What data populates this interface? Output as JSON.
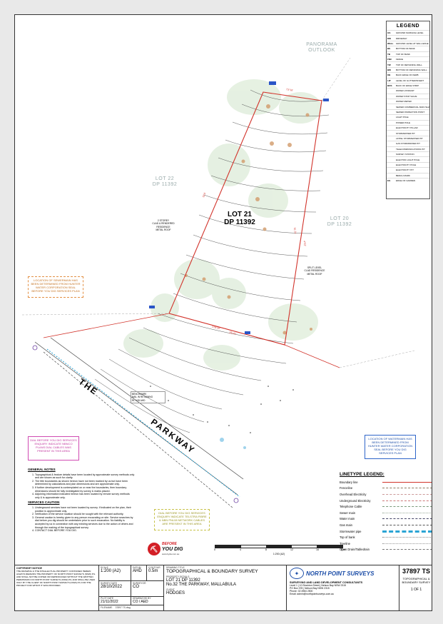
{
  "legend": {
    "title": "LEGEND",
    "rows": [
      {
        "abbr": "GS",
        "desc": "GROUND SURFACE LEVEL"
      },
      {
        "abbr": "DW",
        "desc": "DRIVEWAY"
      },
      {
        "abbr": "WALL",
        "desc": "GROUND LEVEL AT WALL EDGE"
      },
      {
        "abbr": "BS",
        "desc": "BOTTOM OF BANK"
      },
      {
        "abbr": "TB",
        "desc": "TOP OF BANK"
      },
      {
        "abbr": "FNC",
        "desc": "FENCE"
      },
      {
        "abbr": "TW",
        "desc": "TOP OF RETAINING WALL"
      },
      {
        "abbr": "BW",
        "desc": "BOTTOM OF RETAINING WALL"
      },
      {
        "abbr": "KB",
        "desc": "BACK EDGE OF KERB"
      },
      {
        "abbr": "LIP",
        "desc": "LEVEL OF GUTTER/INVERT"
      },
      {
        "abbr": "BOS",
        "desc": "BACK OF EDGE STRIP"
      },
      {
        "abbr": "",
        "desc": "WATER HYDRANT"
      },
      {
        "abbr": "",
        "desc": "WATER STOP VALVE"
      },
      {
        "abbr": "",
        "desc": "WATER METER"
      },
      {
        "abbr": "",
        "desc": "SEWER COMMERCIAL MAIN SHAFT"
      },
      {
        "abbr": "",
        "desc": "SEWER INSPECTION POINT"
      },
      {
        "abbr": "",
        "desc": "LIGHT POLE"
      },
      {
        "abbr": "",
        "desc": "POWER POLE"
      },
      {
        "abbr": "",
        "desc": "ELECTRICITY PILLAR"
      },
      {
        "abbr": "",
        "desc": "STORMWATER PIT"
      },
      {
        "abbr": "",
        "desc": "LINTEL STORMWATER PIT"
      },
      {
        "abbr": "",
        "desc": "GAS STORMWATER PIT"
      },
      {
        "abbr": "",
        "desc": "TELECOMMUNICATIONS PIT"
      },
      {
        "abbr": "",
        "desc": "SURVEY STATION"
      },
      {
        "abbr": "",
        "desc": "ELECTRIC LIGHT POLE"
      },
      {
        "abbr": "",
        "desc": "ELECTRICITY POLE"
      },
      {
        "abbr": "",
        "desc": "ELECTRICITY PIT"
      },
      {
        "abbr": "",
        "desc": "BENCH MARK"
      },
      {
        "abbr": "EG",
        "desc": "EDGE OF GARDEN"
      }
    ]
  },
  "map": {
    "lot_main": "LOT 21",
    "dp_main": "DP 11392",
    "lot_left": "LOT 22",
    "dp_left": "DP 11392",
    "lot_right": "LOT 20",
    "dp_right": "DP 11392",
    "outlook_1": "PANORAMA",
    "outlook_2": "OUTLOOK",
    "road_1": "THE",
    "road_2": "PARKWAY",
    "house_left": "2 STOREY\nCLAD & RENDERED\nRESIDENCE\nMETAL ROOF",
    "house_right": "SPLIT LEVEL\nCLAD RESIDENCE\nMETAL ROOF",
    "benchmark": "BENCHMARK\nNAIL IN RETAINING\nRL 4.95 AHD",
    "bearing_top": "73°18'",
    "bearing_side": "4°52'",
    "boundary_dim_left": "53.8",
    "boundary_dim_right": "51.31",
    "front_dim": "25.47",
    "front_angle": "278°25'"
  },
  "notes": {
    "sewer_orange": "LOCATION OF SEWERMAIN HAS BEEN DETERMINED FROM HUNTER WATER CORPORATION SEAL BEFORE YOU DIG SERVICES PLAN",
    "dial_pink": "DIAL BEFORE YOU DIG SERVICES ENQUIRY INDICATE NBNCO PLANS DIAL CABLES WAS PRESENT IN THIS AREA",
    "dial_yellow": "DIAL BEFORE YOU DIG SERVICES ENQUIRY INDICATE TELSTRA FIBRE & NBN PNL08 NETWORK CABLES ARE PRESENT IN THIS AREA",
    "water_blue": "LOCATION OF WATERMAIN HAS BEEN DETERMINED FROM HUNTER WATER CORPORATION SEAL BEFORE YOU DIG SERVICES PLAN"
  },
  "general_notes": {
    "title": "GENERAL NOTES",
    "items": [
      "Topographical & feature details have been located by approximate survey methods only and are shown as such for clarity.",
      "The title boundaries as shown hereon have not been marked by us but have been determined by calculations and plan dimensions and are approximate only.",
      "If further development is contemplated on or near the boundaries, then boundary dimensions should be fully investigated by survey & marks placed.",
      "Adjoining information indicated hereon has been located by remote survey methods only & is approximate only."
    ],
    "services_title": "SERVICES CAUTION",
    "services": [
      "Underground services have not been located by survey. If indicated on the plan, their position is approximate only.",
      "Verification of the service location should be sought with the relevant authority.",
      "General caution is hereby given to any person excavating on site. Service searches by dial before you dig should be undertaken prior to such excavation. No liability is accepted by us in connection with any existing services due to the action of others and through the making of the topographical survey.",
      "CONTACT DIAL BEFORE YOU DIG."
    ]
  },
  "line_legend": {
    "title": "LINETYPE LEGEND:",
    "rows": [
      {
        "label": "Boundary line",
        "color": "#d2332b",
        "style": "solid"
      },
      {
        "label": "Fenceline",
        "color": "#8d7a61",
        "style": "dashed"
      },
      {
        "label": "Overhead Electricity",
        "color": "#c99",
        "style": "dashed"
      },
      {
        "label": "Underground Electricity",
        "color": "#c77",
        "style": "dashed"
      },
      {
        "label": "Telephone Cable",
        "color": "#7a9a7a",
        "style": "dashed"
      },
      {
        "label": "Sewer main",
        "color": "#9a9",
        "style": "dotted"
      },
      {
        "label": "Water main",
        "color": "#446",
        "style": "dashed"
      },
      {
        "label": "Gas main",
        "color": "#555",
        "style": "dashed"
      },
      {
        "label": "Stormwater pipe",
        "color": "#2aa4d4",
        "style": "thick"
      },
      {
        "label": "Top of bank",
        "color": "#888",
        "style": "dotted"
      },
      {
        "label": "Treeline",
        "color": "#999",
        "style": "dotted"
      },
      {
        "label": "Open Drain/Tabledrain",
        "color": "#777",
        "style": "dashed"
      }
    ]
  },
  "scale_bar": {
    "ticks": [
      "0",
      "4",
      "8",
      "12",
      "16",
      "20m"
    ],
    "ratio": "1:200 (A2)"
  },
  "dig_logo": {
    "line1": "BEFORE",
    "line2": "YOU DIG",
    "site": "www.byda.com.au"
  },
  "title_block": {
    "copyright_title": "COPYRIGHT NOTICE",
    "copyright_text": "THE DRAWING & THE INTELLECTUAL PROPERTY CONTAINED HEREIN ALWAYS REMAINS THE PROPERTY OF NORTH POINT SURVEYS (NSW) P/L AND SHALL NOT BE COPIED OR REPRODUCED WITHOUT THE WRITTEN PERMISSION OF NORTH POINT SURVEYS (NSW) P/L AND SHALL BE USED ONLY BY THE CLIENT OF NORTH POINT SURVEYS (NSW) P/L FOR THE PROJECT FOR WHICH IT WAS PROVIDED.",
    "scale_lbl": "SCALE",
    "scale_val": "1:200 (A2)",
    "datum_lbl": "DATUM",
    "datum_val": "AHD",
    "contour_lbl": "CONTOUR",
    "contour_val": "0.5m",
    "survey_date_lbl": "SURVEY DATE",
    "survey_date_val": "28/10/2022",
    "surveyor_lbl": "SURVEYOR",
    "surveyor_val": "CO",
    "plot_date_lbl": "PLOT DATE",
    "plot_date_val": "21/11/2022",
    "drawn_lbl": "DRAWN/CHK BY",
    "drawn_val": "CO / AED",
    "filename_lbl": "FILENAME",
    "filename_val": "37897 TS.dwg",
    "drawing_title_lbl": "DRAWING TITLE",
    "drawing_title_val": "TOPOGRAPHICAL & BOUNDARY SURVEY",
    "property_lbl": "PROPERTY DETAILS",
    "property_val_1": "LOT 21 DP 11392",
    "property_val_2": "No.32 THE PARKWAY, MALLABULA",
    "client_lbl": "CLIENT",
    "client_val": "HODGES",
    "company_name": "NORTH POINT SURVEYS",
    "company_sub": "SURVEYING AND LAND DEVELOPMENT CONSULTANTS",
    "company_addr_1": "Level 1 | 10 Stockton Street | Nelson Bay NSW 2315",
    "company_addr_2": "PO Box 378 | Nelson Bay NSW 2315",
    "company_phone": "Phone: 02 4984 2500",
    "company_email": "Email: admin@northpointsurveys.com.au",
    "job_number": "37897 TS",
    "job_title": "TOPOGRAPHICAL & BOUNDARY SURVEY",
    "sheet": "1   OF   1"
  }
}
